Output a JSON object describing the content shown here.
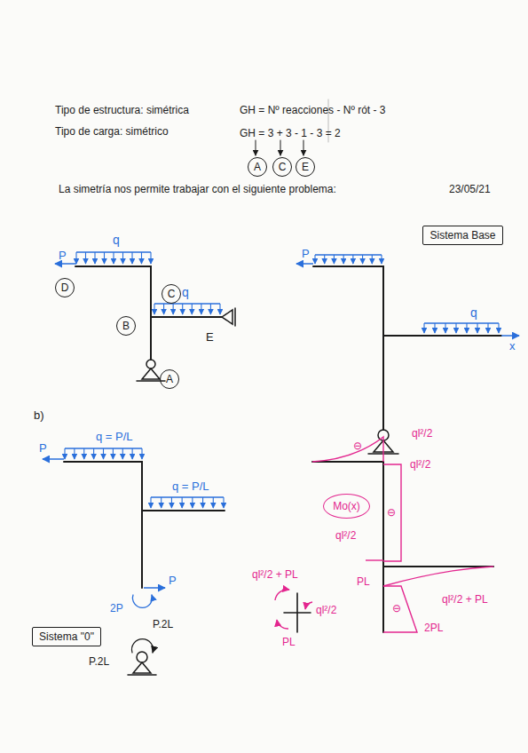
{
  "diagram": {
    "nodes": [
      {
        "text": [
          "A"
        ]
      },
      {
        "text": [
          "C"
        ]
      },
      {
        "text": [
          "E"
        ]
      },
      {
        "text": [
          "Sistema Base"
        ]
      },
      {
        "text": [
          "D"
        ]
      },
      {
        "text": [
          "C"
        ]
      },
      {
        "text": [
          "B"
        ]
      },
      {
        "text": [
          "A"
        ]
      },
      {
        "text": [
          "Sistema \"0\""
        ]
      },
      {
        "text": [
          "Mo(x)"
        ]
      }
    ],
    "labels": [
      "Tipo de estructura: simétrica",
      "Tipo de carga: simétrico",
      "GH = Nº reacciones - Nº rót - 3",
      "GH = 3 + 3 - 1 - 3 = 2",
      "La simetría nos permite trabajar con el siguiente problema:",
      "23/05/21",
      "q",
      "P",
      "q",
      "E",
      "P",
      "q",
      "x",
      "b)",
      "q = P/L",
      "P",
      "q = P/L",
      "P",
      "2P",
      "P.2L",
      "P.2L",
      "ql²/2",
      "ql²/2",
      "⊖",
      "ql²/2",
      "⊖",
      "ql²/2 + PL",
      "ql²/2 + PL",
      "PL",
      "ql²/2",
      "PL",
      "⊖",
      "2PL"
    ]
  }
}
